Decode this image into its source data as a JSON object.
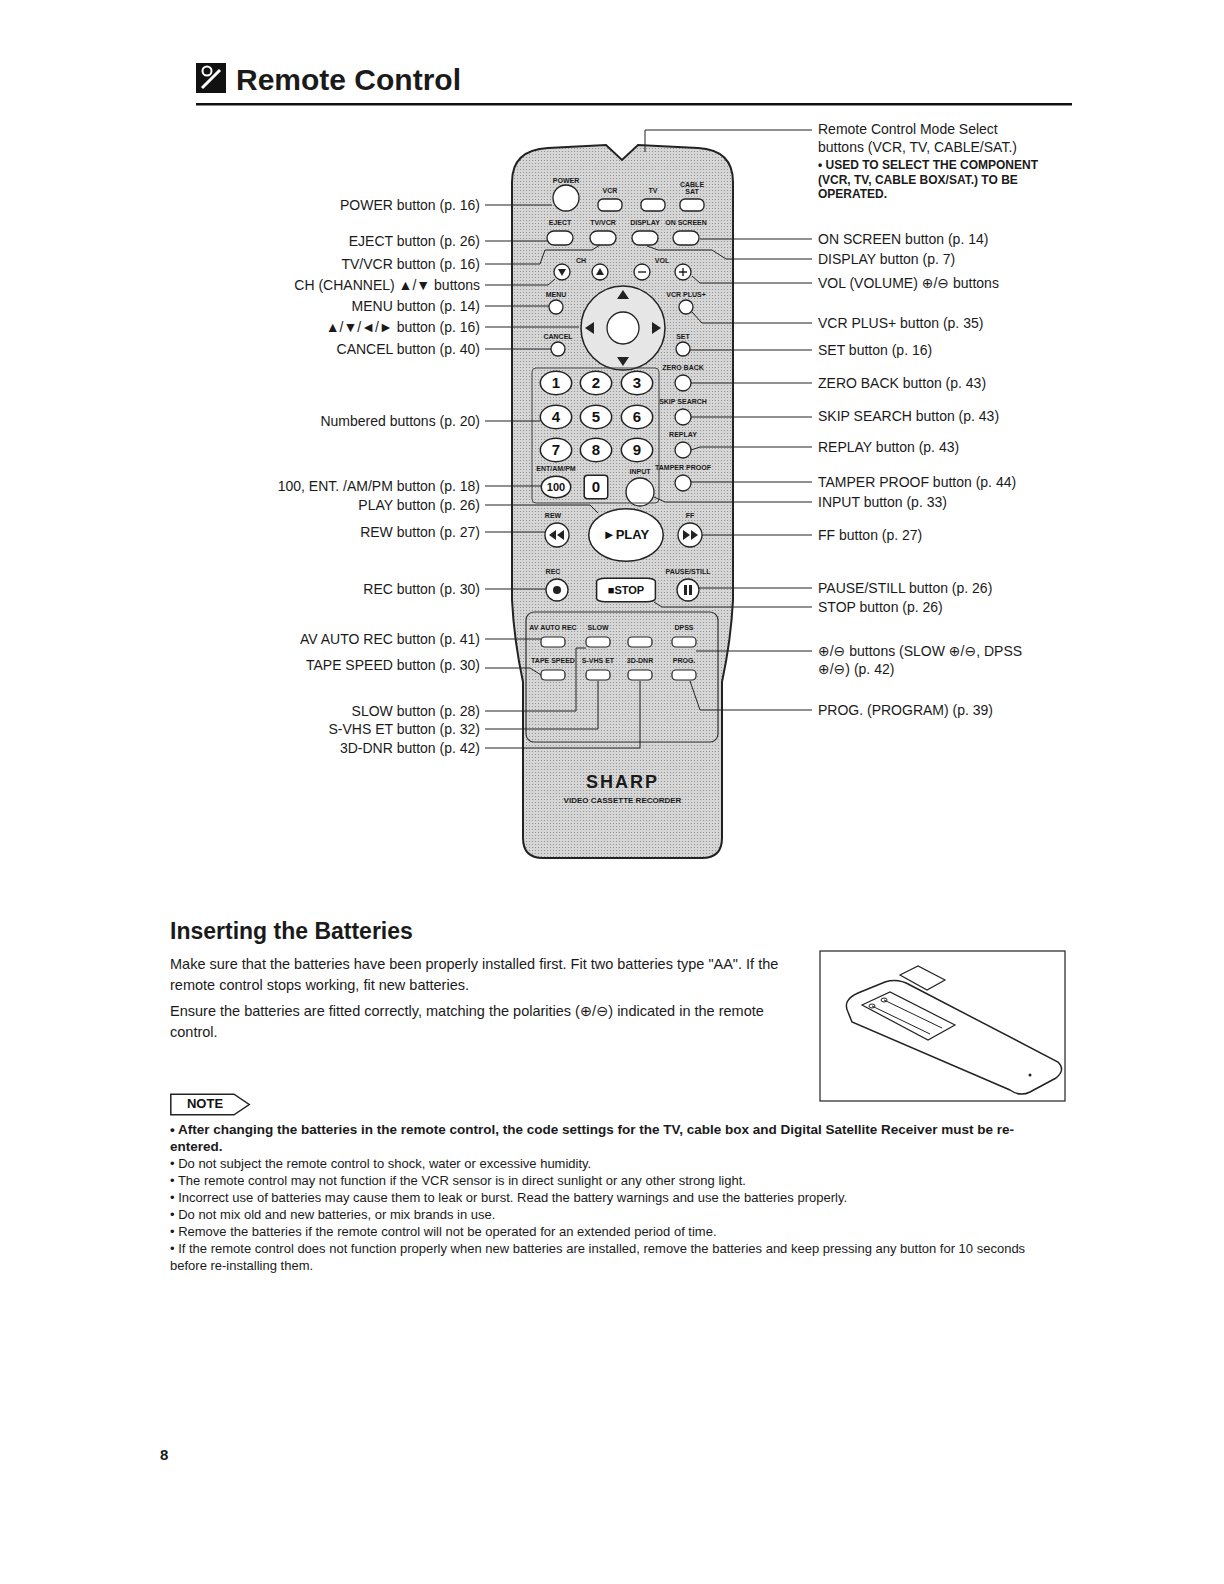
{
  "diagram": {
    "title": "Remote Control",
    "nodes": [
      {
        "text": [
          "SHARP",
          "VIDEO CASSETTE RECORDER"
        ]
      },
      {
        "text": [
          "1"
        ],
        "in": 0
      },
      {
        "text": [
          "2"
        ],
        "in": 0
      },
      {
        "text": [
          "3"
        ],
        "in": 0
      },
      {
        "text": [
          "4"
        ],
        "in": 0
      },
      {
        "text": [
          "5"
        ],
        "in": 0
      },
      {
        "text": [
          "6"
        ],
        "in": 0
      },
      {
        "text": [
          "7"
        ],
        "in": 0
      },
      {
        "text": [
          "8"
        ],
        "in": 0
      },
      {
        "text": [
          "9"
        ],
        "in": 0
      },
      {
        "text": [
          "100"
        ],
        "in": 0
      },
      {
        "text": [
          "0"
        ],
        "in": 0
      },
      {
        "text": [
          "►PLAY"
        ],
        "in": 0
      },
      {
        "text": [
          "■STOP"
        ],
        "in": 0
      },
      {
        "text": [
          "NOTE"
        ]
      }
    ],
    "labels": [
      "POWER button (p. 16)",
      "EJECT button (p. 26)",
      "TV/VCR button (p. 16)",
      "CH (CHANNEL) ▲/▼ buttons",
      "MENU button (p. 14)",
      "▲/▼/◄/► button (p. 16)",
      "CANCEL button (p. 40)",
      "Numbered buttons (p. 20)",
      "100, ENT. /AM/PM button (p. 18)",
      "PLAY button (p. 26)",
      "REW button (p. 27)",
      "REC button (p. 30)",
      "AV AUTO REC button (p. 41)",
      "TAPE SPEED button (p. 30)",
      "SLOW button (p. 28)",
      "S-VHS ET button (p. 32)",
      "3D-DNR button (p. 42)",
      "Remote Control Mode Select buttons (VCR, TV, CABLE/SAT.)",
      "• USED TO SELECT THE COMPONENT (VCR, TV, CABLE BOX/SAT.) TO BE OPERATED.",
      "ON SCREEN button (p. 14)",
      "DISPLAY button (p. 7)",
      "VOL (VOLUME) ⊕/⊖ buttons",
      "VCR PLUS+ button (p. 35)",
      "SET button (p. 16)",
      "ZERO BACK button (p. 43)",
      "SKIP SEARCH button (p. 43)",
      "REPLAY button (p. 43)",
      "TAMPER PROOF button (p. 44)",
      "INPUT button (p. 33)",
      "FF button (p. 27)",
      "PAUSE/STILL button (p. 26)",
      "STOP button (p. 26)",
      "⊕/⊖ buttons (SLOW ⊕/⊖, DPSS ⊕/⊖) (p. 42)",
      "PROG. (PROGRAM) (p. 39)",
      "POWER",
      "VCR",
      "TV",
      "CABLE SAT",
      "EJECT",
      "TV/VCR",
      "DISPLAY",
      "ON SCREEN",
      "CH",
      "VOL",
      "MENU",
      "VCR PLUS+",
      "CANCEL",
      "SET",
      "ZERO BACK",
      "SKIP SEARCH",
      "REPLAY",
      "ENT/AM/PM",
      "INPUT",
      "TAMPER PROOF",
      "REW",
      "FF",
      "REC",
      "PAUSE/STILL",
      "AV AUTO REC",
      "SLOW",
      "DPSS",
      "TAPE SPEED",
      "S-VHS ET",
      "3D-DNR",
      "PROG.",
      "Inserting the Batteries",
      "Make sure that the batteries have been properly installed first. Fit two batteries type \"AA\". If the remote control stops working, fit new batteries.",
      "Ensure the batteries are fitted correctly, matching the polarities (⊕/⊖) indicated in the remote control.",
      "• After changing the batteries in the remote control, the code settings for the TV, cable box and Digital Satellite Receiver must be re-entered.",
      "• Do not subject the remote control to shock, water or excessive humidity.",
      "• The remote control may not function if the VCR sensor is in direct sunlight or any other strong light.",
      "• Incorrect use of batteries may cause them to leak or burst. Read the battery warnings and use the batteries properly.",
      "• Do not mix old and new batteries, or mix brands in use.",
      "• Remove the batteries if the remote control will not be operated for an extended period of time.",
      "• If the remote control does not function properly when new batteries are installed, remove the batteries and keep pressing any button for 10 seconds before re-installing them.",
      "8"
    ]
  }
}
